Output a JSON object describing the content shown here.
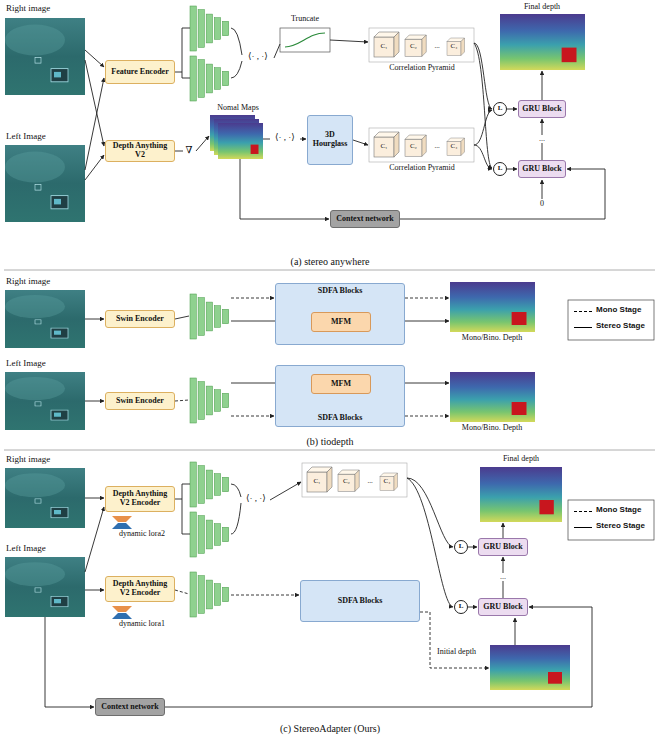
{
  "diagram": {
    "nodes": [
      {
        "text": [
          "Feature Encoder"
        ]
      },
      {
        "text": [
          "Depth Anything V2"
        ]
      },
      {
        "text": [
          "3D Hourglass"
        ]
      },
      {
        "text": [
          "Context network"
        ]
      },
      {
        "text": [
          "GRU Block"
        ]
      },
      {
        "text": [
          "GRU Block"
        ]
      },
      {
        "text": [
          "L"
        ]
      },
      {
        "text": [
          "L"
        ]
      },
      {
        "text": [
          "Swin Encoder"
        ]
      },
      {
        "text": [
          "SDFA Blocks"
        ]
      },
      {
        "text": [
          "MFM"
        ],
        "in": 9
      },
      {
        "text": [
          "Swin Encoder"
        ]
      },
      {
        "text": [
          "SDFA Blocks"
        ]
      },
      {
        "text": [
          "MFM"
        ],
        "in": 12
      },
      {
        "text": [
          "Depth Anything V2 Encoder"
        ]
      },
      {
        "text": [
          "Depth Anything V2 Encoder"
        ]
      },
      {
        "text": [
          "SDFA Blocks"
        ]
      },
      {
        "text": [
          "GRU Block"
        ]
      },
      {
        "text": [
          "GRU Block"
        ]
      },
      {
        "text": [
          "L"
        ]
      },
      {
        "text": [
          "L"
        ]
      },
      {
        "text": [
          "Context network"
        ]
      }
    ],
    "edges": [
      {
        "from": 6,
        "to": 4,
        "arrow": "to"
      },
      {
        "from": 7,
        "to": 5,
        "arrow": "to"
      },
      {
        "from": 5,
        "to": 4,
        "label": "...",
        "arrow": "to"
      },
      {
        "from": 3,
        "to": 5,
        "arrow": "to"
      },
      {
        "from": 19,
        "to": 17,
        "arrow": "to"
      },
      {
        "from": 20,
        "to": 18,
        "arrow": "to"
      },
      {
        "from": 18,
        "to": 17,
        "label": "...",
        "arrow": "to"
      },
      {
        "from": 21,
        "to": 18,
        "arrow": "to"
      }
    ],
    "labels": [
      "Right image",
      "Left Image",
      "⟨· , ·⟩",
      "Truncate",
      "C₁",
      "C₂",
      "...",
      "C₄",
      "Correlation Pyramid",
      "Nomal Maps",
      "∇",
      "⟨· , ·⟩",
      "C₁",
      "C₂",
      "...",
      "C₄",
      "Correlation Pyramid",
      "Final depth",
      "0",
      "(a) stereo anywhere",
      "Right image",
      "Left Image",
      "Mono/Bino. Depth",
      "Mono/Bino. Depth",
      "(b) tiodepth",
      "Right image",
      "Left Image",
      "⟨· , ·⟩",
      "C₁",
      "C₂",
      "...",
      "C₄",
      "dynamic lora2",
      "dynamic lora1",
      "Final depth",
      "Initial depth",
      "(c) StereoAdapter (Ours)"
    ],
    "legend": [
      {
        "text": "Mono Stage"
      },
      {
        "text": "Stereo Stage"
      },
      {
        "text": "Mono Stage"
      },
      {
        "text": "Stereo Stage"
      }
    ]
  }
}
